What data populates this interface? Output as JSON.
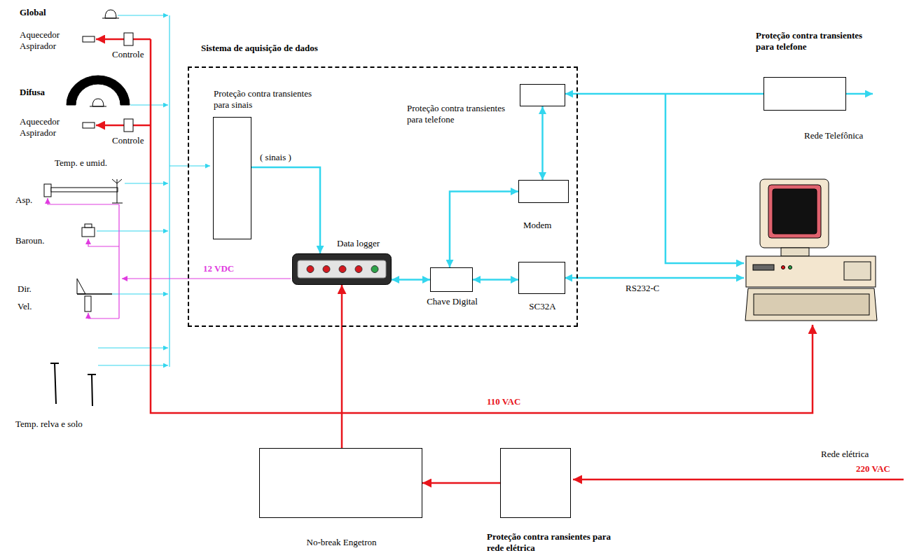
{
  "diagram": {
    "nodes": [
      {
        "text": [
          "Sistema de aquisição de dados"
        ]
      },
      {
        "text": [
          "Proteção contra transientes para sinais"
        ],
        "in": 0
      },
      {
        "text": [
          "Data logger"
        ],
        "in": 0
      },
      {
        "text": [
          "Proteção contra transientes para telefone"
        ],
        "in": 0
      },
      {
        "text": [
          "Modem"
        ],
        "in": 0
      },
      {
        "text": [
          "Chave Digital"
        ],
        "in": 0
      },
      {
        "text": [
          "SC32A"
        ],
        "in": 0
      },
      {
        "text": [
          "Proteção contra transientes para telefone"
        ]
      },
      {
        "text": [
          "No-break Engetron"
        ]
      },
      {
        "text": [
          "Proteção contra ransientes para rede elétrica"
        ]
      }
    ],
    "edges": [
      {
        "from": 1,
        "to": 2,
        "arrow": "to",
        "label": "( sinais )"
      },
      {
        "from": 2,
        "to": 5,
        "arrow": "both"
      },
      {
        "from": 5,
        "to": 6,
        "arrow": "both"
      },
      {
        "from": 5,
        "to": 4,
        "arrow": "both"
      },
      {
        "from": 4,
        "to": 3,
        "arrow": "both"
      },
      {
        "from": 7,
        "to": 3,
        "arrow": "to"
      },
      {
        "from": 9,
        "to": 8,
        "arrow": "to"
      },
      {
        "from": 8,
        "to": 2,
        "arrow": "to"
      }
    ],
    "labels": [
      "Global",
      "Aquecedor Aspirador",
      "Controle",
      "Difusa",
      "Aquecedor Aspirador",
      "Controle",
      "Temp. e umid.",
      "Asp.",
      "Baroun.",
      "Dir.",
      "Vel.",
      "Temp. relva e solo",
      "12 VDC",
      "110 VAC",
      "RS232-C",
      "Rede Telefônica",
      "Rede elétrica",
      "220 VAC"
    ]
  }
}
